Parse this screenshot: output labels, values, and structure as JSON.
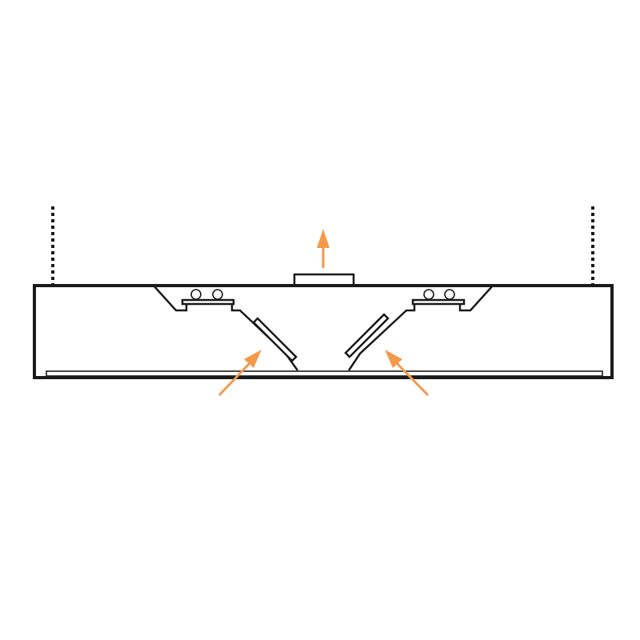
{
  "diagram": {
    "subject": "kitchen-hood-cross-section",
    "line_color": "#1a1a1a",
    "arrow_color": "#f39a4a",
    "background": "#ffffff",
    "icons": [
      "hood-body",
      "exhaust-collar",
      "filter-left",
      "filter-right",
      "light-fixture-left",
      "light-fixture-right",
      "airflow-arrow",
      "support-rod"
    ]
  }
}
